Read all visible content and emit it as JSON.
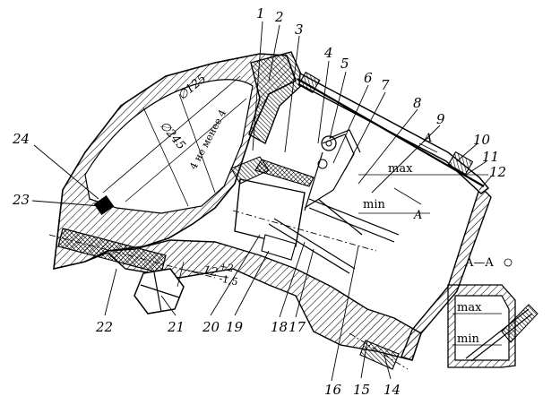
{
  "title": "",
  "callouts": [
    "1",
    "2",
    "3",
    "4",
    "5",
    "6",
    "7",
    "8",
    "9",
    "10",
    "11",
    "12",
    "14",
    "15",
    "16",
    "17",
    "18",
    "19",
    "20",
    "21",
    "22",
    "23",
    "24"
  ],
  "dimensions": {
    "dia_outer": "∅125",
    "dia_inner": "∅245",
    "min_gap": "4 не менее 4",
    "shaft_dim": "12",
    "tol_upper": "+2",
    "tol_lower": "-1,5"
  },
  "levels": {
    "max": "max",
    "min": "min"
  },
  "section": {
    "mark": "A",
    "title": "A—A",
    "inset_max": "max",
    "inset_min": "min"
  }
}
